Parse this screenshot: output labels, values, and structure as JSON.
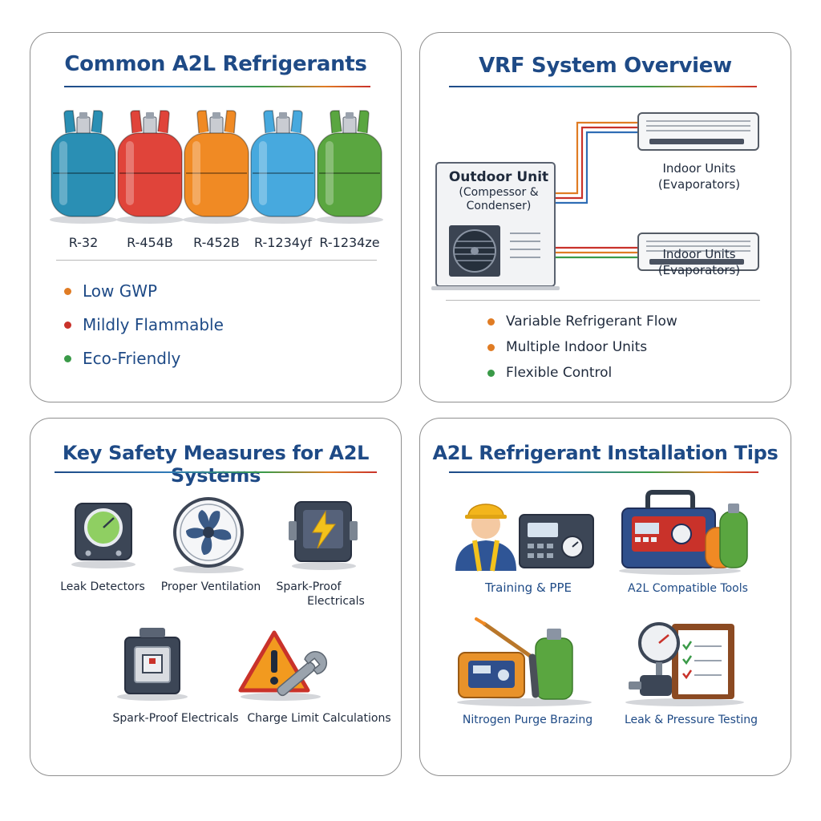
{
  "colors": {
    "title_blue": "#1e4a86",
    "orange": "#e07c24",
    "red": "#c9322a",
    "green": "#3a9a48",
    "teal": "#2a8fb4",
    "cyl_red": "#e0443a",
    "cyl_orange": "#f08a24",
    "cyl_blue": "#47a9de",
    "cyl_green": "#5aa640"
  },
  "refrigerants_panel": {
    "title": "Common A2L Refrigerants",
    "cylinders": [
      {
        "label": "R-32",
        "color": "teal"
      },
      {
        "label": "R-454B",
        "color": "cyl_red"
      },
      {
        "label": "R-452B",
        "color": "cyl_orange"
      },
      {
        "label": "R-1234yf",
        "color": "cyl_blue"
      },
      {
        "label": "R-1234ze",
        "color": "cyl_green"
      }
    ],
    "bullets": [
      {
        "text": "Low GWP",
        "color": "orange"
      },
      {
        "text": "Mildly Flammable",
        "color": "red"
      },
      {
        "text": "Eco-Friendly",
        "color": "green"
      }
    ]
  },
  "vrf_panel": {
    "title": "VRF System Overview",
    "outdoor_unit": {
      "line1": "Outdoor Unit",
      "line2": "(Compessor &",
      "line3": "Condenser)"
    },
    "indoor_units": [
      {
        "line1": "Indoor Units",
        "line2": "(Evaporators)"
      },
      {
        "line1": "Indoor Units",
        "line2": "(Evaporators)"
      }
    ],
    "bullets": [
      {
        "text": "Variable Refrigerant Flow",
        "color": "orange"
      },
      {
        "text": "Multiple Indoor Units",
        "color": "orange"
      },
      {
        "text": "Flexible Control",
        "color": "green"
      }
    ]
  },
  "safety_panel": {
    "title": "Key Safety Measures for A2L Systems",
    "items": [
      {
        "icon": "leak-detector-icon",
        "line1": "Leak Detectors",
        "line2": ""
      },
      {
        "icon": "ventilation-fan-icon",
        "line1": "Proper Ventilation",
        "line2": ""
      },
      {
        "icon": "spark-proof-box-icon",
        "line1": "Spark-Proof",
        "line2": "Electricals"
      },
      {
        "icon": "spark-proof-enclosure-icon",
        "line1": "Spark-Proof Electricals",
        "line2": ""
      },
      {
        "icon": "warning-wrench-icon",
        "line1": "Charge Limit Calculations",
        "line2": ""
      }
    ]
  },
  "tips_panel": {
    "title": "A2L Refrigerant Installation Tips",
    "items": [
      {
        "icon": "technician-icon",
        "label": "Training & PPE"
      },
      {
        "icon": "recovery-machine-icon",
        "label": "A2L Compatible Tools"
      },
      {
        "icon": "brazing-torch-icon",
        "label": "Nitrogen Purge Brazing"
      },
      {
        "icon": "pressure-gauge-icon",
        "label": "Leak & Pressure Testing"
      }
    ]
  }
}
